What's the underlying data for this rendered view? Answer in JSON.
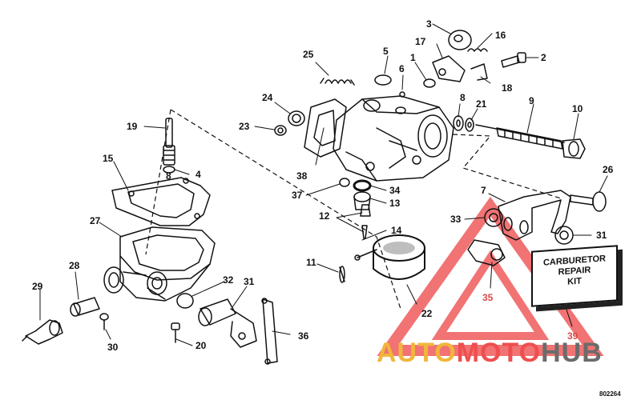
{
  "diagram": {
    "callouts": [
      "1",
      "2",
      "3",
      "4",
      "5",
      "6",
      "7",
      "8",
      "9",
      "10",
      "11",
      "12",
      "13",
      "14",
      "15",
      "16",
      "17",
      "18",
      "19",
      "20",
      "21",
      "22",
      "23",
      "24",
      "25",
      "26",
      "27",
      "28",
      "29",
      "30",
      "31",
      "32",
      "33",
      "34",
      "35",
      "36",
      "37",
      "38",
      "39"
    ],
    "labels": {
      "l1": "1",
      "l2": "2",
      "l3": "3",
      "l4": "4",
      "l5": "5",
      "l6": "6",
      "l7": "7",
      "l8a": "8",
      "l8b": "8",
      "l9": "9",
      "l10": "10",
      "l11": "11",
      "l12": "12",
      "l13": "13",
      "l14": "14",
      "l15": "15",
      "l16": "16",
      "l17": "17",
      "l18": "18",
      "l19": "19",
      "l20": "20",
      "l21": "21",
      "l22": "22",
      "l23": "23",
      "l24": "24",
      "l25": "25",
      "l26": "26",
      "l27": "27",
      "l28": "28",
      "l29": "29",
      "l30": "30",
      "l31a": "31",
      "l31b": "31",
      "l32": "32",
      "l33": "33",
      "l34": "34",
      "l35": "35",
      "l36": "36",
      "l37": "37",
      "l38": "38",
      "l39": "39"
    },
    "kit_box_lines": [
      "CARBURETOR",
      "REPAIR",
      "KIT"
    ],
    "figure_code": "802264"
  },
  "watermark": {
    "part_a": "AUTO",
    "part_b": "MOTO",
    "part_c": "HUB",
    "colors": {
      "part_a": "#f2b63b",
      "part_b": "#ef4f4f",
      "part_c": "#6b6b6b",
      "triangle": "#ef5b5b"
    }
  }
}
